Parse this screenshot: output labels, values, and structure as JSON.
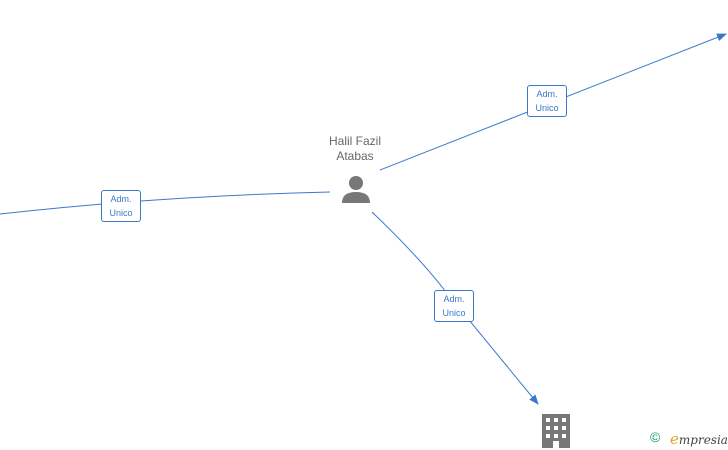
{
  "person": {
    "name_line1": "Halil Fazil",
    "name_line2": "Atabas",
    "icon": "person-icon"
  },
  "edges": [
    {
      "label_line1": "Adm.",
      "label_line2": "Unico"
    },
    {
      "label_line1": "Adm.",
      "label_line2": "Unico"
    },
    {
      "label_line1": "Adm.",
      "label_line2": "Unico"
    }
  ],
  "company_icon": "building-icon",
  "footer": {
    "copyright_symbol": "©",
    "brand_initial": "e",
    "brand_rest": "mpresia"
  },
  "colors": {
    "edge": "#3a78c9",
    "node_icon": "#777777",
    "brand_symbol": "#1a9a6e",
    "brand_initial": "#e8a020"
  }
}
